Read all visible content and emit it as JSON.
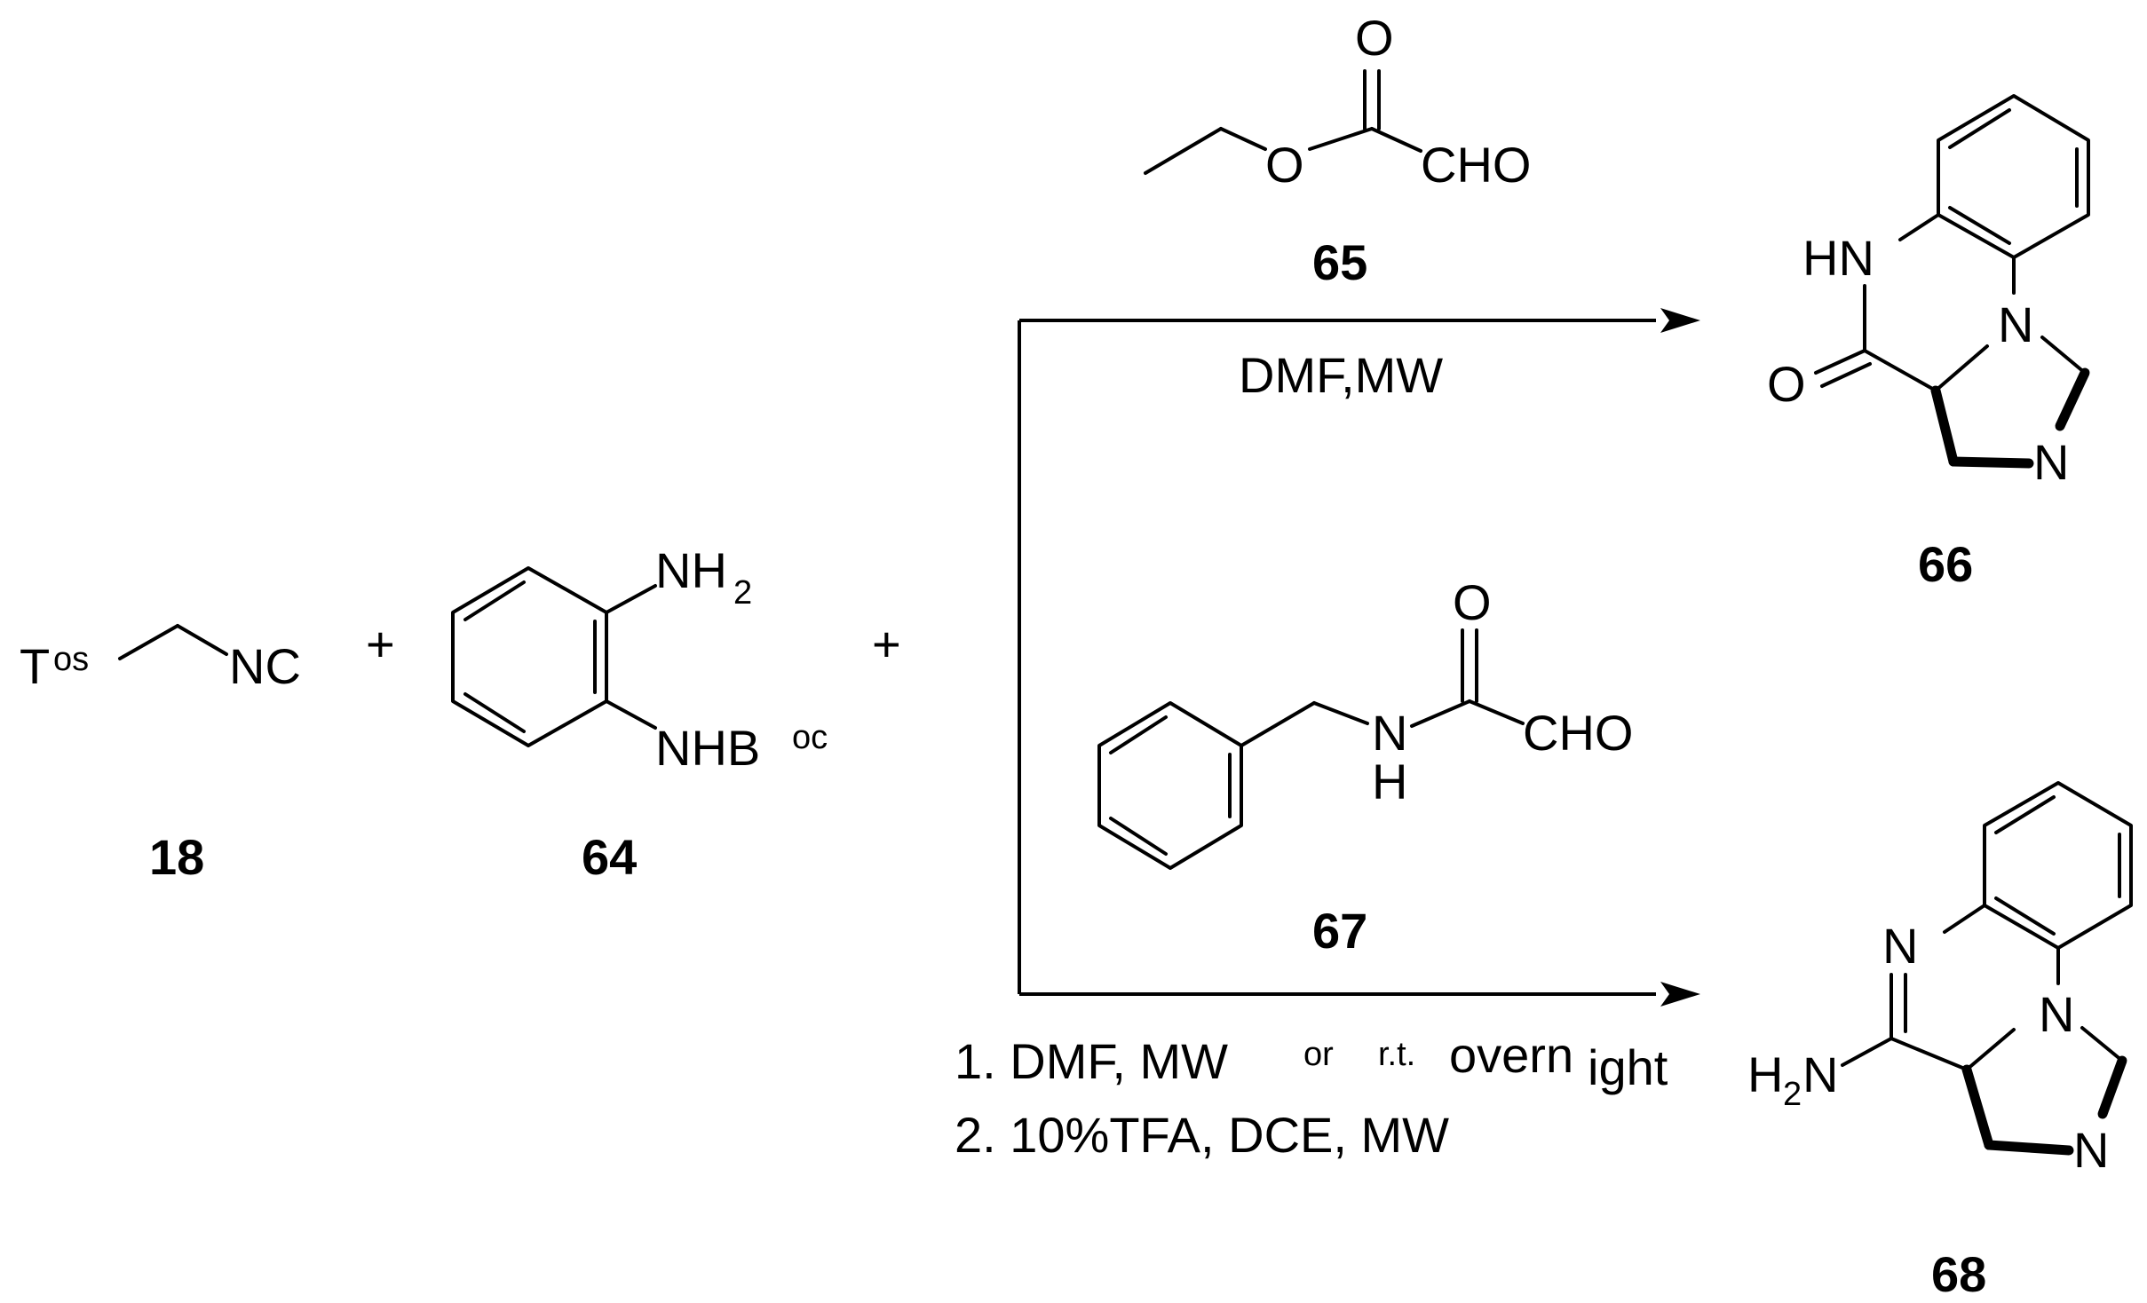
{
  "plus_sign": "+",
  "compounds": {
    "c18": {
      "number": "18",
      "tos_t": "T",
      "tos_os": "os",
      "nc": "NC"
    },
    "c64": {
      "number": "64",
      "nh2_main": "NH",
      "nh2_sub": "2",
      "nhb": "NHB",
      "oc": "oc"
    },
    "c65": {
      "number": "65",
      "o_carbonyl": "O",
      "o_ester": "O",
      "cho": "CHO"
    },
    "c66": {
      "number": "66",
      "hn": "HN",
      "n_ring": "N",
      "o": "O",
      "n_imid": "N"
    },
    "c67": {
      "number": "67",
      "o": "O",
      "n": "N",
      "h": "H",
      "cho": "CHO"
    },
    "c68": {
      "number": "68",
      "n_imine": "N",
      "n_ring": "N",
      "h2n_h": "H",
      "h2n_2": "2",
      "h2n_n": "N",
      "n_imid": "N"
    }
  },
  "conditions": {
    "top": "DMF,MW",
    "bottom_line1_a": "1. DMF, MW",
    "bottom_line1_b": "or",
    "bottom_line1_c": "r.t.",
    "bottom_line1_d": "overn",
    "bottom_line1_e": "ight",
    "bottom_line2": "2. 10%TFA, DCE, MW"
  }
}
